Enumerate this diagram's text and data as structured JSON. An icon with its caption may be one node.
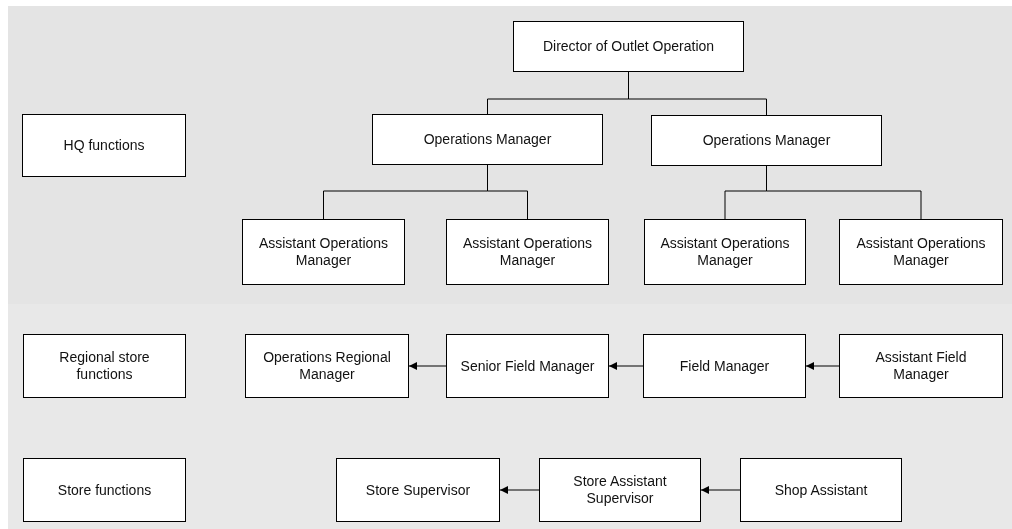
{
  "diagram": {
    "nodes": [
      {
        "text": [
          "Director of Outlet Operation"
        ]
      },
      {
        "text": [
          "HQ functions"
        ]
      },
      {
        "text": [
          "Operations Manager"
        ]
      },
      {
        "text": [
          "Operations Manager"
        ]
      },
      {
        "text": [
          "Assistant Operations Manager"
        ]
      },
      {
        "text": [
          "Assistant Operations Manager"
        ]
      },
      {
        "text": [
          "Assistant Operations Manager"
        ]
      },
      {
        "text": [
          "Assistant Operations Manager"
        ]
      },
      {
        "text": [
          "Regional store functions"
        ]
      },
      {
        "text": [
          "Operations Regional Manager"
        ]
      },
      {
        "text": [
          "Senior Field Manager"
        ]
      },
      {
        "text": [
          "Field Manager"
        ]
      },
      {
        "text": [
          "Assistant Field Manager"
        ]
      },
      {
        "text": [
          "Store functions"
        ]
      },
      {
        "text": [
          "Store Supervisor"
        ]
      },
      {
        "text": [
          "Store Assistant Supervisor"
        ]
      },
      {
        "text": [
          "Shop Assistant"
        ]
      }
    ],
    "edges": [
      {
        "from": 0,
        "to": 2,
        "arrow": "none"
      },
      {
        "from": 0,
        "to": 3,
        "arrow": "none"
      },
      {
        "from": 2,
        "to": 4,
        "arrow": "none"
      },
      {
        "from": 2,
        "to": 5,
        "arrow": "none"
      },
      {
        "from": 3,
        "to": 6,
        "arrow": "none"
      },
      {
        "from": 3,
        "to": 7,
        "arrow": "none"
      },
      {
        "from": 12,
        "to": 11,
        "arrow": "to"
      },
      {
        "from": 11,
        "to": 10,
        "arrow": "to"
      },
      {
        "from": 10,
        "to": 9,
        "arrow": "to"
      },
      {
        "from": 16,
        "to": 15,
        "arrow": "to"
      },
      {
        "from": 15,
        "to": 14,
        "arrow": "to"
      }
    ]
  }
}
